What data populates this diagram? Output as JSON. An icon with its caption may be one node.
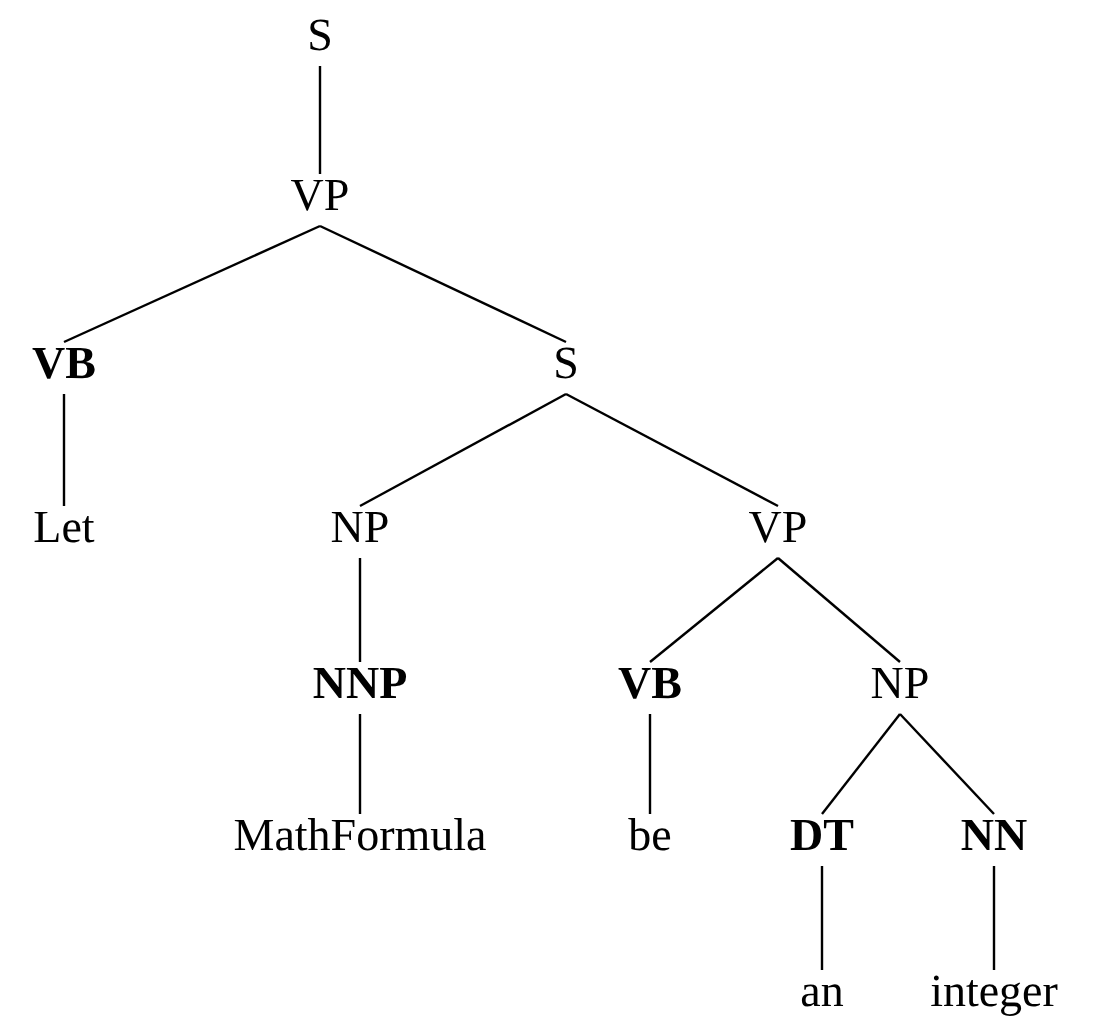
{
  "diagram": {
    "nodes": [
      {
        "text": [
          "S"
        ]
      },
      {
        "text": [
          "VP"
        ]
      },
      {
        "text": [
          "VB"
        ]
      },
      {
        "text": [
          "S"
        ]
      },
      {
        "text": [
          "Let"
        ]
      },
      {
        "text": [
          "NP"
        ]
      },
      {
        "text": [
          "VP"
        ]
      },
      {
        "text": [
          "NNP"
        ]
      },
      {
        "text": [
          "VB"
        ]
      },
      {
        "text": [
          "NP"
        ]
      },
      {
        "text": [
          "MathFormula"
        ]
      },
      {
        "text": [
          "be"
        ]
      },
      {
        "text": [
          "DT"
        ]
      },
      {
        "text": [
          "NN"
        ]
      },
      {
        "text": [
          "an"
        ]
      },
      {
        "text": [
          "integer"
        ]
      }
    ],
    "edges": [
      {
        "from": 0,
        "to": 1,
        "arrow": "none"
      },
      {
        "from": 1,
        "to": 2,
        "arrow": "none"
      },
      {
        "from": 1,
        "to": 3,
        "arrow": "none"
      },
      {
        "from": 2,
        "to": 4,
        "arrow": "none"
      },
      {
        "from": 3,
        "to": 5,
        "arrow": "none"
      },
      {
        "from": 3,
        "to": 6,
        "arrow": "none"
      },
      {
        "from": 5,
        "to": 7,
        "arrow": "none"
      },
      {
        "from": 6,
        "to": 8,
        "arrow": "none"
      },
      {
        "from": 6,
        "to": 9,
        "arrow": "none"
      },
      {
        "from": 7,
        "to": 10,
        "arrow": "none"
      },
      {
        "from": 8,
        "to": 11,
        "arrow": "none"
      },
      {
        "from": 9,
        "to": 12,
        "arrow": "none"
      },
      {
        "from": 9,
        "to": 13,
        "arrow": "none"
      },
      {
        "from": 12,
        "to": 14,
        "arrow": "none"
      },
      {
        "from": 13,
        "to": 15,
        "arrow": "none"
      }
    ]
  }
}
